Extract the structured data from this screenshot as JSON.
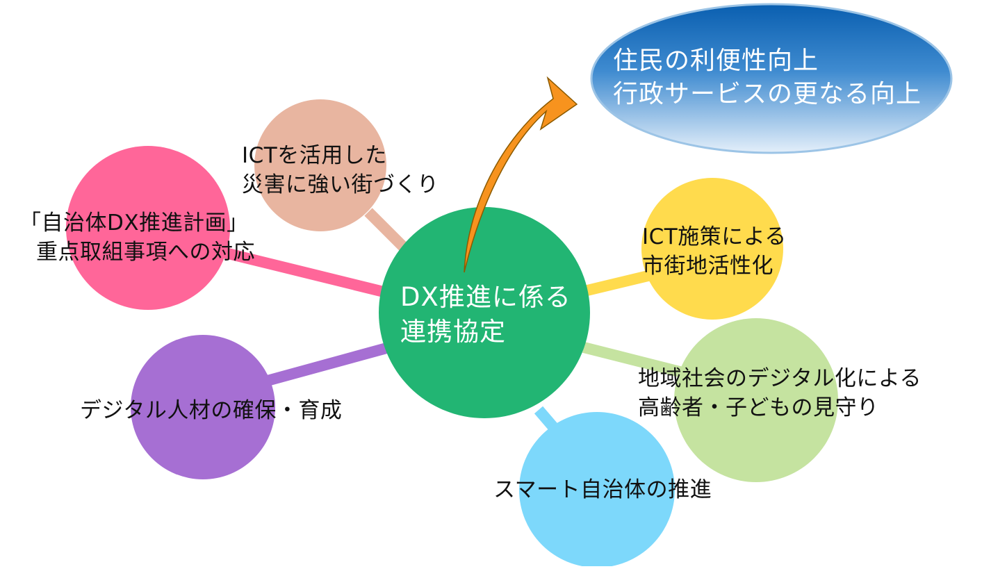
{
  "center": {
    "line1": "DX推進に係る",
    "line2": "連携協定",
    "color": "#22b573"
  },
  "goal": {
    "line1": "住民の利便性向上",
    "line2": "行政サービスの更なる向上",
    "color_top": "#0a5fb0",
    "color_bottom": "#e4effa"
  },
  "arrow": {
    "color": "#f7931e"
  },
  "topics": [
    {
      "id": "disaster",
      "line1": "ICTを活用した",
      "line2": "災害に強い街づくり",
      "color": "#e8b5a0"
    },
    {
      "id": "dx-plan",
      "line1": "「自治体DX推進計画」",
      "line2": "重点取組事項への対応",
      "color": "#ff6699"
    },
    {
      "id": "talent",
      "line1": "デジタル人材の確保・育成",
      "line2": "",
      "color": "#a66fd3"
    },
    {
      "id": "smart-city",
      "line1": "スマート自治体の推進",
      "line2": "",
      "color": "#7dd8fb"
    },
    {
      "id": "watch",
      "line1": "地域社会のデジタル化による",
      "line2": "高齢者・子どもの見守り",
      "color": "#c5e3a0"
    },
    {
      "id": "downtown",
      "line1": "ICT施策による",
      "line2": "市街地活性化",
      "color": "#ffdb4d"
    }
  ]
}
